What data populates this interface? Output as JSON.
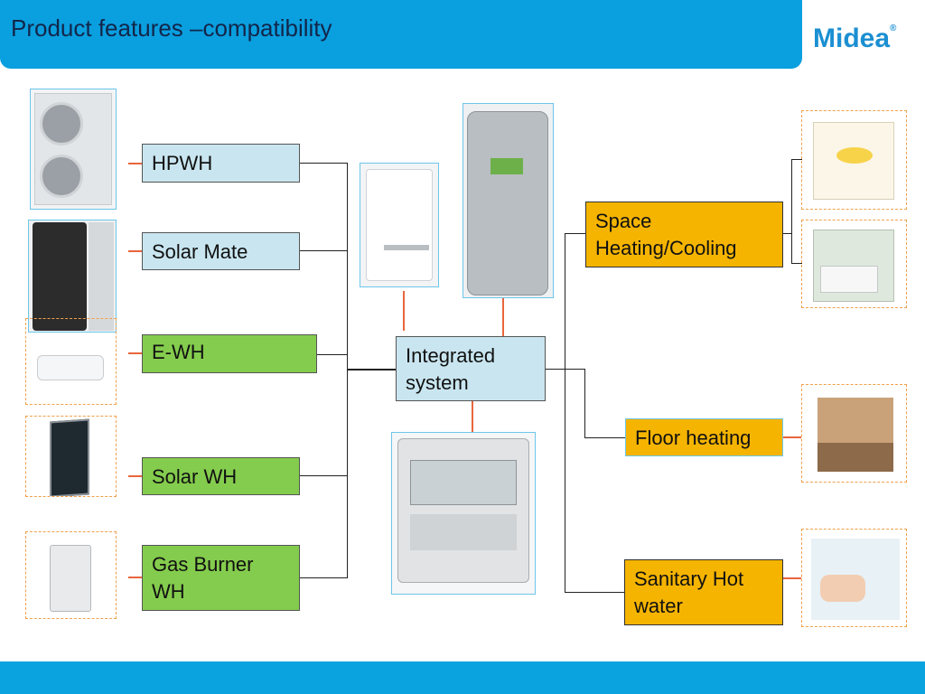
{
  "slide": {
    "title": "Product features –compatibility",
    "brand": "Midea",
    "brand_mark": "®"
  },
  "sources": [
    {
      "label": "HPWH"
    },
    {
      "label": "Solar Mate"
    },
    {
      "label": "E-WH"
    },
    {
      "label": "Solar WH"
    },
    {
      "label": "Gas Burner WH"
    }
  ],
  "center": {
    "label": "Integrated system"
  },
  "outputs": [
    {
      "label": "Space Heating/Cooling"
    },
    {
      "label": "Floor heating"
    },
    {
      "label": "Sanitary Hot water"
    }
  ],
  "colors": {
    "header": "#0aa3e0",
    "source_box": "#c9e6f0",
    "source_box_alt": "#84cc4d",
    "output_box": "#f5b400",
    "connector": "#e8663c"
  }
}
